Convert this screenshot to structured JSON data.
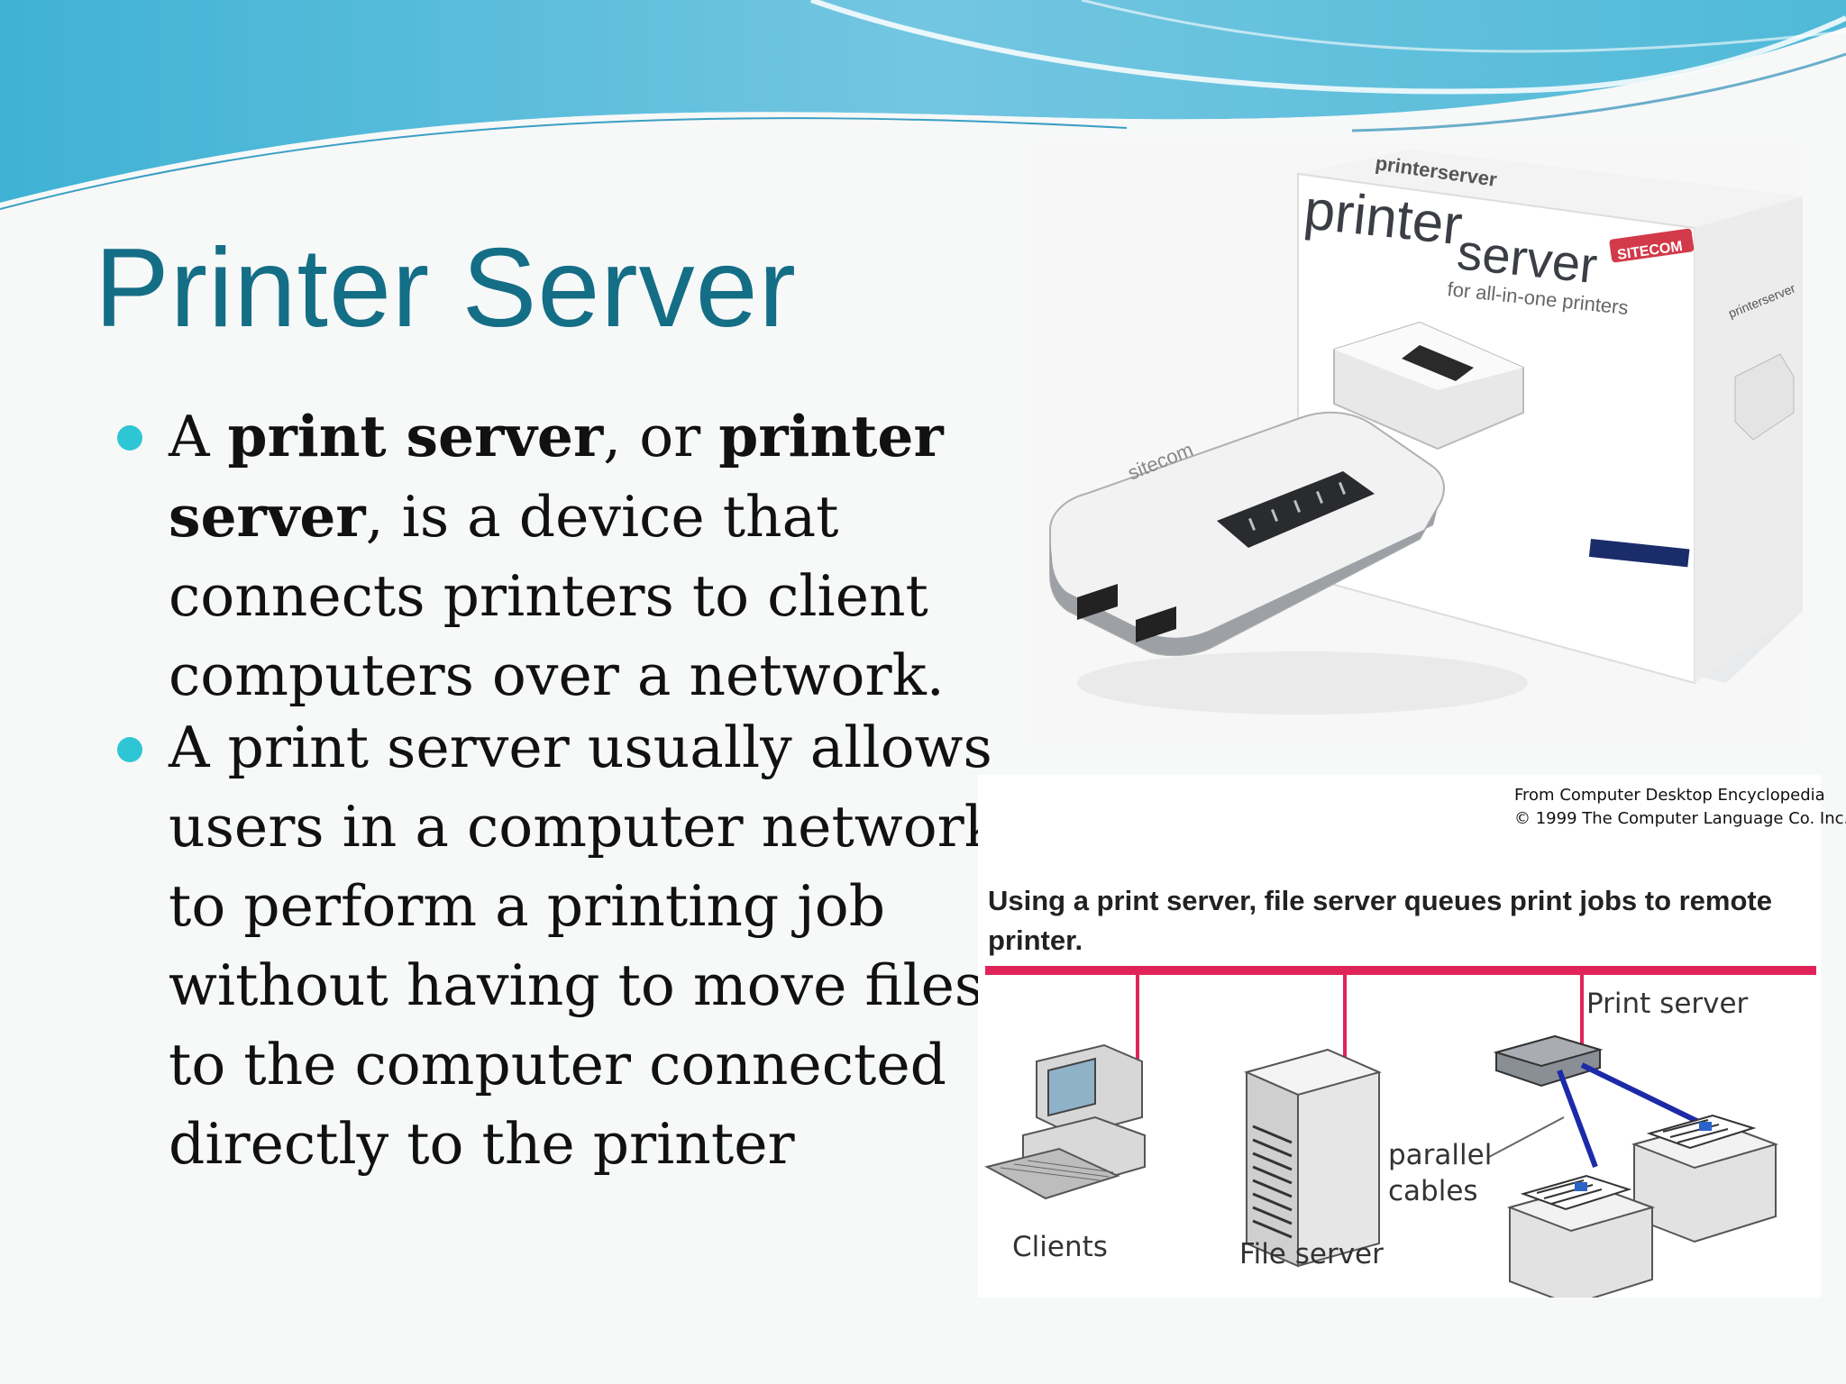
{
  "slide": {
    "title": "Printer Server",
    "bullets": [
      {
        "segments": [
          {
            "text": "A ",
            "bold": false
          },
          {
            "text": "print server",
            "bold": true
          },
          {
            "text": ", or ",
            "bold": false
          },
          {
            "text": "printer server",
            "bold": true
          },
          {
            "text": ", is a device that connects printers to client computers over a network.",
            "bold": false
          }
        ]
      },
      {
        "segments": [
          {
            "text": " A print server usually allows users in a computer network to perform a printing job without having to move files to the computer connected directly to the printer",
            "bold": false
          }
        ]
      }
    ]
  },
  "product_photo": {
    "box_text": {
      "brand_top": "printerserver",
      "title_1": "printer",
      "title_2": "server",
      "subtitle": "for all-in-one printers",
      "logo": "SITECOM",
      "side": "printerserver"
    },
    "device_logo": "sitecom"
  },
  "diagram": {
    "credit_line_1": "From Computer Desktop Encyclopedia",
    "credit_line_2": "© 1999 The Computer Language Co. Inc.",
    "caption": "Using a print server, file server queues print jobs to remote printer.",
    "labels": {
      "clients": "Clients",
      "file_server": "File server",
      "print_server": "Print server",
      "cables_1": "parallel",
      "cables_2": "cables"
    },
    "colors": {
      "network_line": "#e0245a",
      "cable": "#1d2aa8"
    }
  },
  "theme": {
    "title_color": "#136e86",
    "bullet_color": "#2ec6d4",
    "wave_color": "#4fb7d8"
  }
}
